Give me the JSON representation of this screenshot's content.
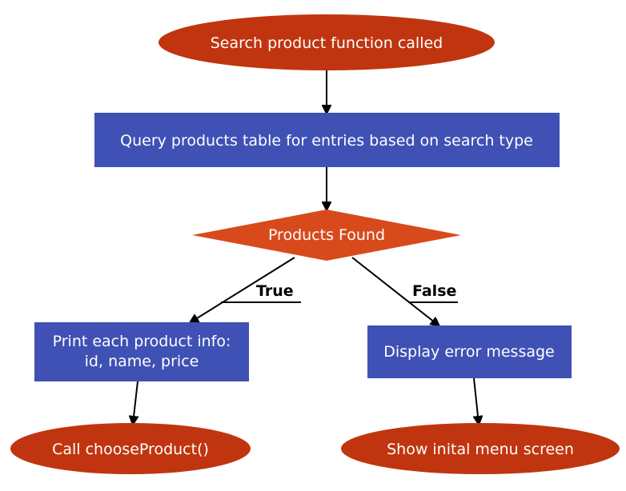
{
  "colors": {
    "terminal": "#c0350f",
    "process": "#3f51b5",
    "decision": "#d84a1b",
    "text": "#ffffff",
    "edge": "#000000"
  },
  "nodes": {
    "start": {
      "label": "Search product function called"
    },
    "query": {
      "label": "Query products table for entries based on search type"
    },
    "decision": {
      "label": "Products Found"
    },
    "print": {
      "label_line1": "Print each product info:",
      "label_line2": "id, name, price"
    },
    "error": {
      "label": "Display error message"
    },
    "choose": {
      "label": "Call chooseProduct()"
    },
    "menu": {
      "label": "Show inital menu screen"
    }
  },
  "edges": {
    "true_label": "True",
    "false_label": "False"
  }
}
